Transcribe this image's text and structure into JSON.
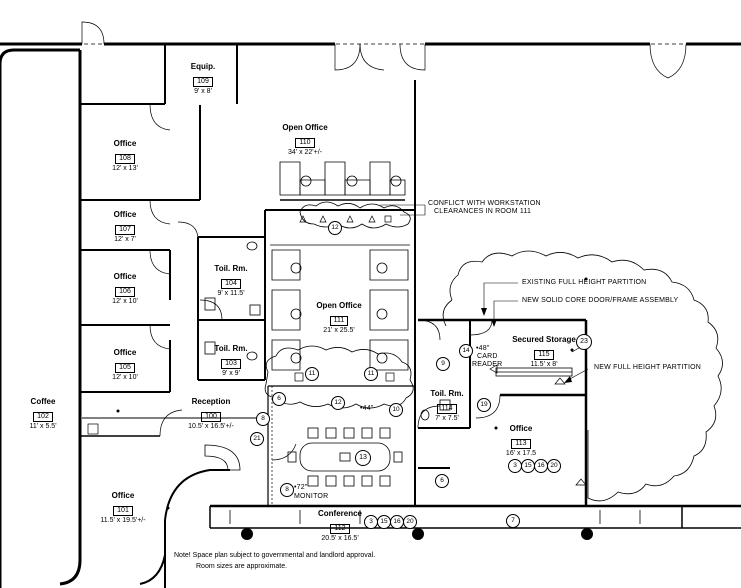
{
  "rooms": [
    {
      "key": "r109",
      "name": "Equip.",
      "number": "109",
      "size": "9' x 8'"
    },
    {
      "key": "r108",
      "name": "Office",
      "number": "108",
      "size": "12' x 13'"
    },
    {
      "key": "r107",
      "name": "Office",
      "number": "107",
      "size": "12' x 7'"
    },
    {
      "key": "r106",
      "name": "Office",
      "number": "106",
      "size": "12' x 10'"
    },
    {
      "key": "r105",
      "name": "Office",
      "number": "105",
      "size": "12' x 10'"
    },
    {
      "key": "r102",
      "name": "Coffee",
      "number": "102",
      "size": "11' x 5.5'"
    },
    {
      "key": "r101",
      "name": "Office",
      "number": "101",
      "size": "11.5' x 19.5'+/-"
    },
    {
      "key": "r110",
      "name": "Open Office",
      "number": "110",
      "size": "34' x 22'+/-"
    },
    {
      "key": "r111",
      "name": "Open Office",
      "number": "111",
      "size": "21' x 25.5'"
    },
    {
      "key": "r104",
      "name": "Toil. Rm.",
      "number": "104",
      "size": "9' x 11.5'"
    },
    {
      "key": "r103",
      "name": "Toil. Rm.",
      "number": "103",
      "size": "9' x 9'"
    },
    {
      "key": "r100",
      "name": "Reception",
      "number": "100",
      "size": "10.5' x 16.5'+/-"
    },
    {
      "key": "r112",
      "name": "Conference",
      "number": "112",
      "size": "20.5' x 16.5'"
    },
    {
      "key": "r115",
      "name": "Secured Storage",
      "number": "115",
      "size": "11.5' x 8'"
    },
    {
      "key": "r114",
      "name": "Toil. Rm.",
      "number": "114",
      "size": "7' x 7.5'"
    },
    {
      "key": "r113",
      "name": "Office",
      "number": "113",
      "size": "16' x 17.5"
    }
  ],
  "annotations": {
    "conflict_line1": "CONFLICT WITH WORKSTATION",
    "conflict_line2": "CLEARANCES IN ROOM 111",
    "existing_partition": "EXISTING FULL HEIGHT PARTITION",
    "new_door": "NEW SOLID CORE DOOR/FRAME ASSEMBLY",
    "new_partition": "NEW FULL HEIGHT PARTITION",
    "card_reader_height": "48\"",
    "card_reader_line1": "CARD",
    "card_reader_line2": "READER",
    "monitor_height": "72\"",
    "monitor": "MONITOR",
    "outlet_height": "44\""
  },
  "notes": {
    "line1": "Note! Space plan subject to governmental and landlord approval.",
    "line2": "Room sizes are approximate."
  },
  "keynotes": [
    {
      "key": "k12a",
      "text": "12"
    },
    {
      "key": "k11a",
      "text": "11"
    },
    {
      "key": "k11b",
      "text": "11"
    },
    {
      "key": "k6a",
      "text": "6"
    },
    {
      "key": "k12b",
      "text": "12"
    },
    {
      "key": "k10",
      "text": "10"
    },
    {
      "key": "k8a",
      "text": "8"
    },
    {
      "key": "k21",
      "text": "21"
    },
    {
      "key": "k8b",
      "text": "8"
    },
    {
      "key": "k13",
      "text": "13"
    },
    {
      "key": "k14",
      "text": "14"
    },
    {
      "key": "k9",
      "text": "9"
    },
    {
      "key": "k19",
      "text": "19"
    },
    {
      "key": "k6b",
      "text": "6"
    },
    {
      "key": "k7",
      "text": "7"
    },
    {
      "key": "k23",
      "text": "23"
    },
    {
      "key": "k3a",
      "text": "3"
    },
    {
      "key": "k15a",
      "text": "15"
    },
    {
      "key": "k16a",
      "text": "16"
    },
    {
      "key": "k20a",
      "text": "20"
    },
    {
      "key": "k3b",
      "text": "3"
    },
    {
      "key": "k15b",
      "text": "15"
    },
    {
      "key": "k16b",
      "text": "16"
    },
    {
      "key": "k20b",
      "text": "20"
    }
  ],
  "colors": {
    "line": "#000000",
    "background": "#ffffff"
  }
}
